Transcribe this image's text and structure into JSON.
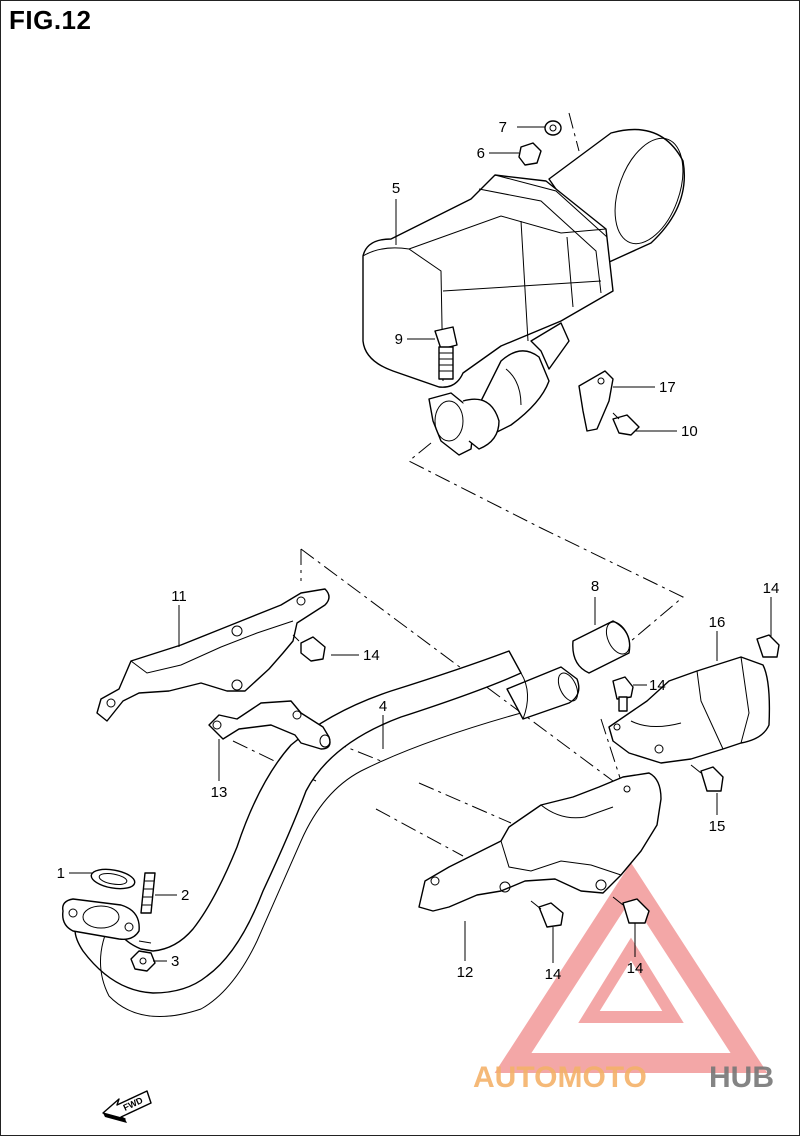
{
  "figure": {
    "title": "FIG.12"
  },
  "callouts": [
    {
      "id": "c7",
      "label": "7"
    },
    {
      "id": "c6",
      "label": "6"
    },
    {
      "id": "c5",
      "label": "5"
    },
    {
      "id": "c9",
      "label": "9"
    },
    {
      "id": "c17",
      "label": "17"
    },
    {
      "id": "c10",
      "label": "10"
    },
    {
      "id": "c8",
      "label": "8"
    },
    {
      "id": "c11",
      "label": "11"
    },
    {
      "id": "c14a",
      "label": "14"
    },
    {
      "id": "c14b",
      "label": "14"
    },
    {
      "id": "c16",
      "label": "16"
    },
    {
      "id": "c14c",
      "label": "14"
    },
    {
      "id": "c4",
      "label": "4"
    },
    {
      "id": "c13",
      "label": "13"
    },
    {
      "id": "c15",
      "label": "15"
    },
    {
      "id": "c1",
      "label": "1"
    },
    {
      "id": "c2",
      "label": "2"
    },
    {
      "id": "c3",
      "label": "3"
    },
    {
      "id": "c12",
      "label": "12"
    },
    {
      "id": "c14d",
      "label": "14"
    },
    {
      "id": "c14e",
      "label": "14"
    }
  ],
  "watermark": {
    "text_part1": "AUTOMOTO",
    "text_part2": "HUB",
    "color_primary": "#f08a8a",
    "color_secondary": "#777777",
    "color_accent": "#f4b26a"
  },
  "direction_arrow": {
    "label": "FWD"
  }
}
